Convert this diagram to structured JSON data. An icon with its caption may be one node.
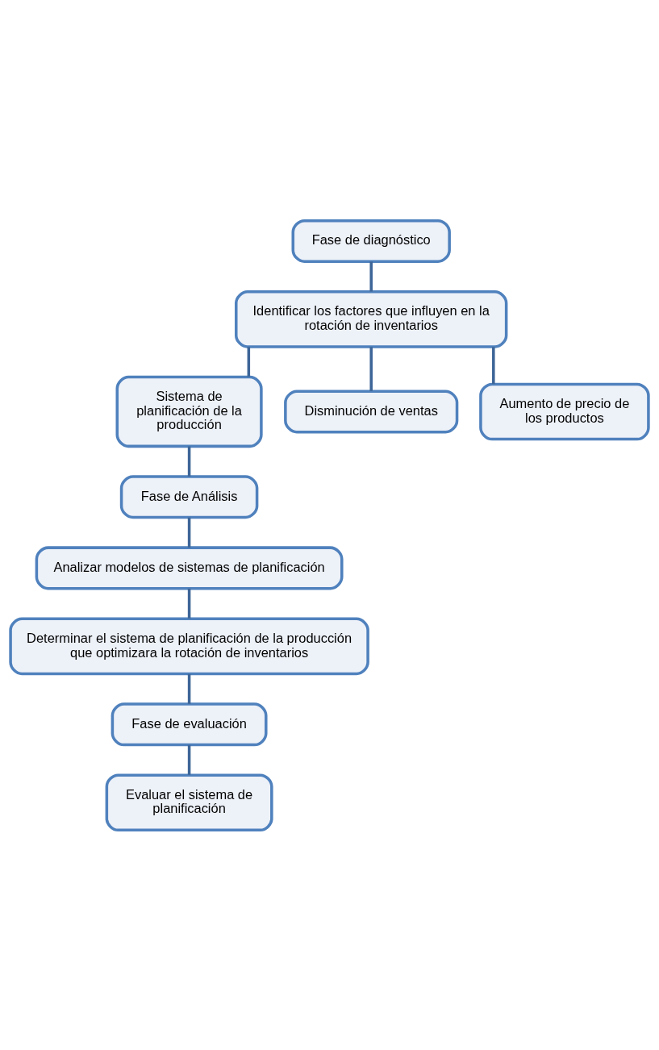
{
  "diagram": {
    "nodes": [
      {
        "text": [
          "Fase de diagnóstico"
        ]
      },
      {
        "text": [
          "Identificar los factores que influyen en la rotación de inventarios"
        ]
      },
      {
        "text": [
          "Sistema de planificación de la producción"
        ]
      },
      {
        "text": [
          "Disminución de ventas"
        ]
      },
      {
        "text": [
          "Aumento de precio de los productos"
        ]
      },
      {
        "text": [
          "Fase de Análisis"
        ]
      },
      {
        "text": [
          "Analizar modelos de sistemas de planificación"
        ]
      },
      {
        "text": [
          "Determinar el sistema de planificación de la producción que optimizara la rotación de inventarios"
        ]
      },
      {
        "text": [
          "Fase de evaluación"
        ]
      },
      {
        "text": [
          "Evaluar el sistema de planificación"
        ]
      }
    ],
    "edges": [
      {
        "from": 0,
        "to": 1,
        "arrow": "none"
      },
      {
        "from": 1,
        "to": 2,
        "arrow": "none"
      },
      {
        "from": 1,
        "to": 3,
        "arrow": "none"
      },
      {
        "from": 1,
        "to": 4,
        "arrow": "none"
      },
      {
        "from": 2,
        "to": 5,
        "arrow": "none"
      },
      {
        "from": 5,
        "to": 6,
        "arrow": "none"
      },
      {
        "from": 6,
        "to": 7,
        "arrow": "none"
      },
      {
        "from": 7,
        "to": 8,
        "arrow": "none"
      },
      {
        "from": 8,
        "to": 9,
        "arrow": "none"
      }
    ]
  }
}
